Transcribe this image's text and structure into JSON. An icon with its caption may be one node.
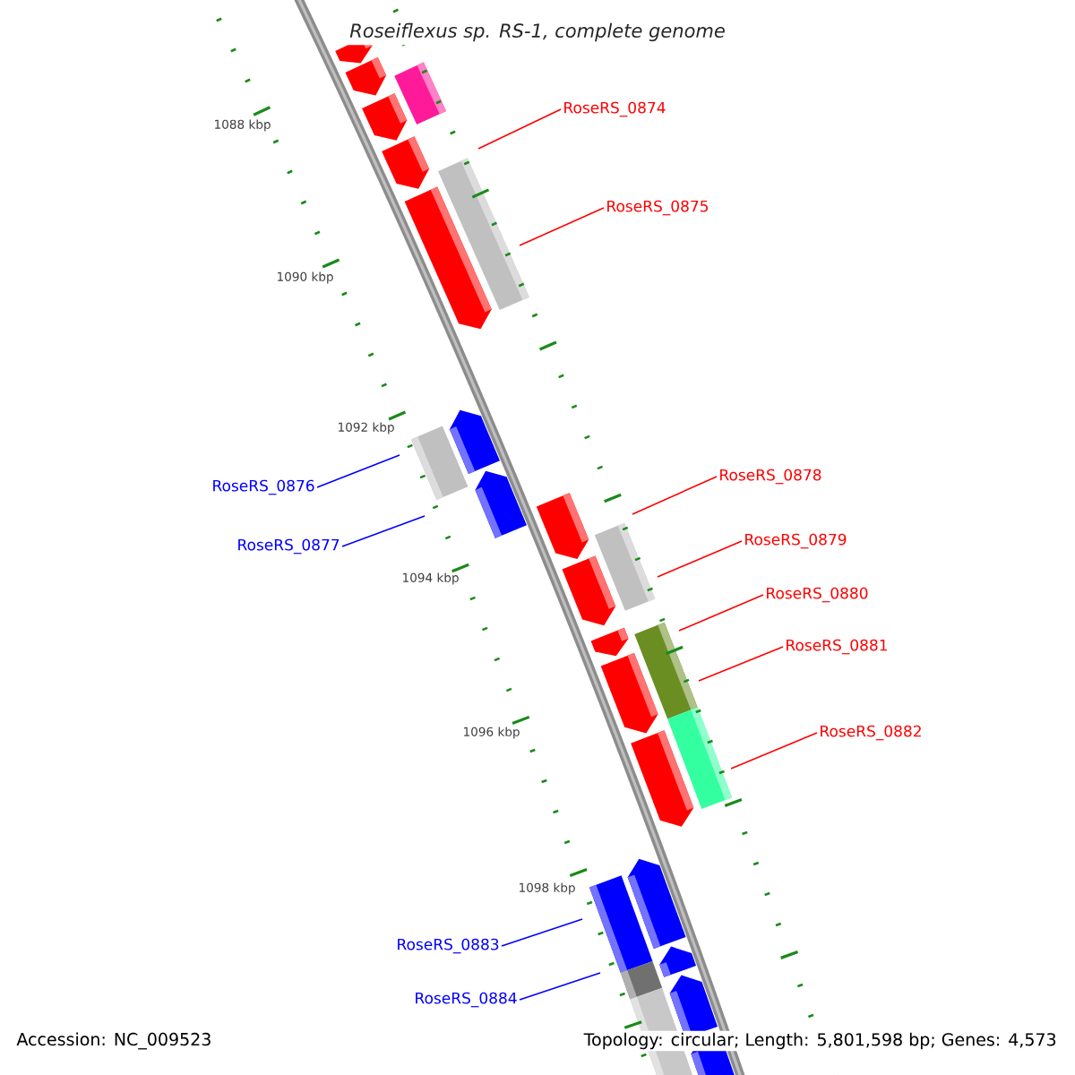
{
  "diagram": {
    "title": "Roseiflexus sp. RS-1, complete genome",
    "nodes": [
      {
        "text": [
          "RoseRS_0874"
        ]
      },
      {
        "text": [
          "RoseRS_0875"
        ]
      },
      {
        "text": [
          "RoseRS_0878"
        ]
      },
      {
        "text": [
          "RoseRS_0876"
        ]
      },
      {
        "text": [
          "RoseRS_0879"
        ]
      },
      {
        "text": [
          "RoseRS_0877"
        ]
      },
      {
        "text": [
          "RoseRS_0880"
        ]
      },
      {
        "text": [
          "RoseRS_0881"
        ]
      },
      {
        "text": [
          "RoseRS_0882"
        ]
      },
      {
        "text": [
          "RoseRS_0883"
        ]
      },
      {
        "text": [
          "RoseRS_0884"
        ]
      }
    ],
    "edges": [
      {
        "from": 0,
        "to": null,
        "arrow": "none"
      },
      {
        "from": 1,
        "to": null,
        "arrow": "none"
      },
      {
        "from": 2,
        "to": null,
        "arrow": "none"
      },
      {
        "from": 3,
        "to": null,
        "arrow": "none",
        "color": "#0000ff"
      },
      {
        "from": 4,
        "to": null,
        "arrow": "none"
      },
      {
        "from": 5,
        "to": null,
        "arrow": "none",
        "color": "#0000ff"
      },
      {
        "from": 6,
        "to": null,
        "arrow": "none"
      },
      {
        "from": 7,
        "to": null,
        "arrow": "none"
      },
      {
        "from": 8,
        "to": null,
        "arrow": "none"
      },
      {
        "from": 9,
        "to": null,
        "arrow": "none",
        "color": "#0000ff"
      },
      {
        "from": 10,
        "to": null,
        "arrow": "none",
        "color": "#0000ff"
      }
    ],
    "labels": [
      "1088 kbp",
      "1090 kbp",
      "1092 kbp",
      "1094 kbp",
      "1096 kbp",
      "1098 kbp",
      "Accession: NC_009523",
      "Topology: circular; Length: 5,801,598 bp; Genes: 4,573"
    ]
  }
}
